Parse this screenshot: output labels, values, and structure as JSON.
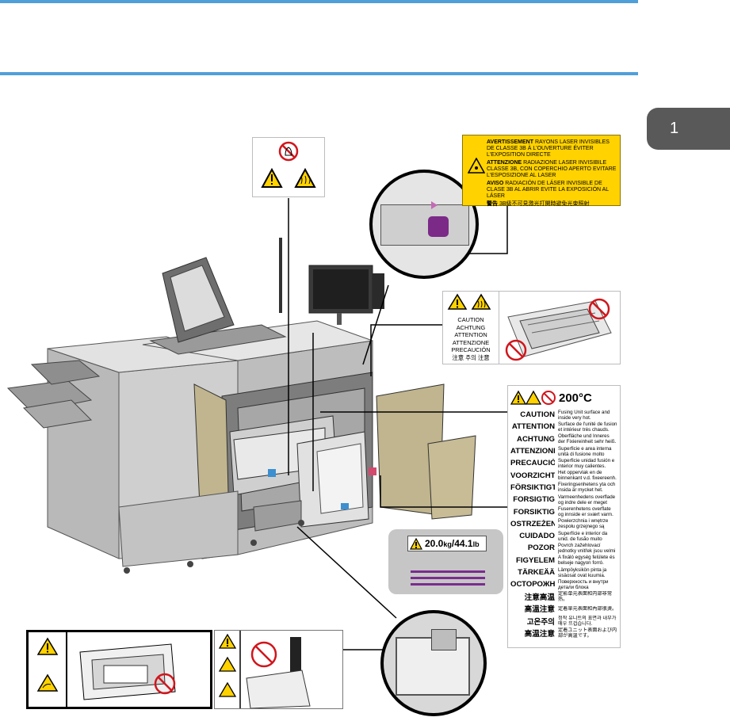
{
  "chapter_tab": {
    "number": "1"
  },
  "colors": {
    "rule": "#4f9fd9",
    "tab": "#595959",
    "laser_label_bg": "#ffd200",
    "weight_bar": "#7a2c8f",
    "weight_label_bg": "#c6c6c6"
  },
  "laser_label": {
    "rows": [
      {
        "head": "AVERTISSEMENT",
        "text": "RAYONS LASER INVISIBLES DE CLASSE 3B À L'OUVERTURE ÉVITER L'EXPOSITION DIRECTE"
      },
      {
        "head": "ATTENZIONE",
        "text": "RADIAZIONE LASER INVISIBILE CLASSE 3B, CON COPERCHIO APERTO EVITARE L'ESPOSIZIONE AL LASER"
      },
      {
        "head": "AVISO",
        "text": "RADIACIÓN DE LÁSER INVISIBLE DE CLASE 3B AL ABRIR EVITE LA EXPOSICIÓN AL LÁSER"
      },
      {
        "head": "警告",
        "text": "3B級不可見激光打開時避免光束照射"
      }
    ]
  },
  "caution_multi_label": {
    "lines": [
      "CAUTION",
      "ACHTUNG",
      "ATTENTION",
      "ATTENZIONE",
      "PRECAUCIÓN",
      "注意 주의 注意"
    ]
  },
  "fusing_label": {
    "temperature": "200°C",
    "rows": [
      {
        "lang": "CAUTION",
        "text": "Fusing Unit surface and inside very hot."
      },
      {
        "lang": "ATTENTION",
        "text": "Surface de l'unité de fusion et intérieur très chauds."
      },
      {
        "lang": "ACHTUNG",
        "text": "Oberfläche und Inneres der Fixiereinheit sehr heiß."
      },
      {
        "lang": "ATTENZIONE",
        "text": "Superficie e area interna unità di fusione molto calde."
      },
      {
        "lang": "PRECAUCIÓN",
        "text": "Superficie unidad fusión e interior muy calientes."
      },
      {
        "lang": "VOORZICHTIG",
        "text": "Het oppervlak en de binnenkant v.d. fixeereenh. zijn erg heet."
      },
      {
        "lang": "FÖRSIKTIGT",
        "text": "Fixeringsenhetens yta och insida är mycket het."
      },
      {
        "lang": "FORSIGTIG",
        "text": "Varmeenhedens overflade og indre dele er meget varme."
      },
      {
        "lang": "FORSIKTIG",
        "text": "Fuserenhetens overflate og innside er svært varm."
      },
      {
        "lang": "OSTRZEŻENIE",
        "text": "Powierzchnia i wnętrze zespołu grzejnego są gorące."
      },
      {
        "lang": "CUIDADO",
        "text": "Superfície e interior da unid. de fusão muito quentes."
      },
      {
        "lang": "POZOR",
        "text": "Povrch zažehlovací jednotky vnitřek jsou velmi horké."
      },
      {
        "lang": "FIGYELEM",
        "text": "A fixáló egység felülete és belseje nagyon forró."
      },
      {
        "lang": "TÄRKEÄÄ",
        "text": "Lämpöyksikön pinta ja sisäosat ovat kuumia."
      },
      {
        "lang": "ОСТОРОЖНО",
        "text": "Поверхность и внутри детали блока термозакрепления очень горячие."
      },
      {
        "lang": "注意高温",
        "text": "定影单元表面和内部非常热。"
      },
      {
        "lang": "高溫注意",
        "text": "定着單元表面和內部很燙。"
      },
      {
        "lang": "고온주의",
        "text": "정착 유니트의 표면과 내부가 매우 뜨겁습니다."
      },
      {
        "lang": "高温注意",
        "text": "定着ユニット表面および内部が高温です。"
      }
    ]
  },
  "weight_label": {
    "value": "20.0",
    "unit1": "kg",
    "sep": "/",
    "value2": "44.1",
    "unit2": "lb"
  }
}
